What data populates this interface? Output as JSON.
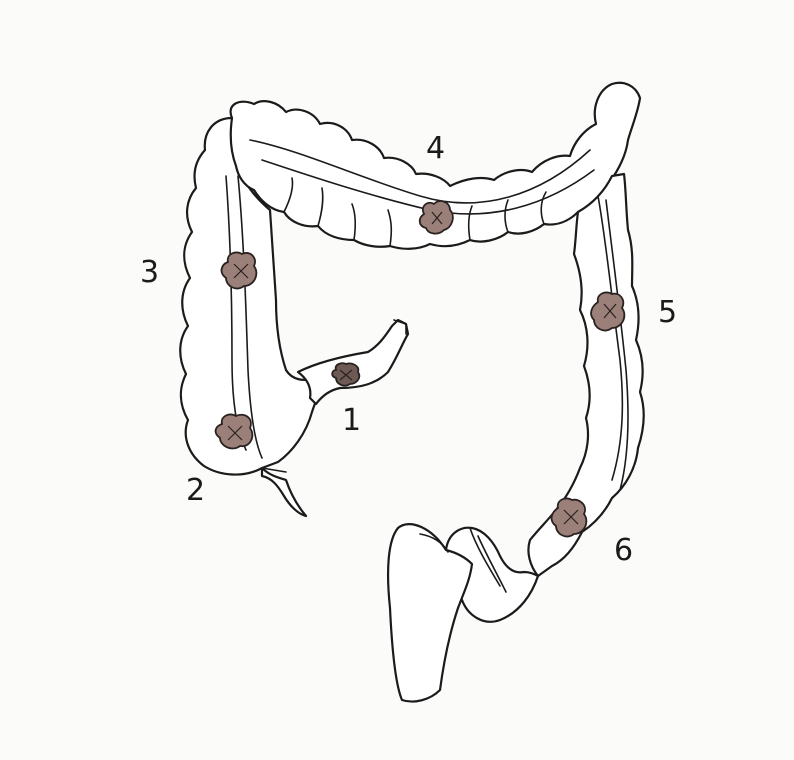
{
  "diagram": {
    "subject": "colon",
    "colors": {
      "outline": "#1b1b1b",
      "background": "#fbfbf9",
      "lesion_fill": "#9a8078"
    },
    "labels": [
      {
        "id": "1",
        "text": "1"
      },
      {
        "id": "2",
        "text": "2"
      },
      {
        "id": "3",
        "text": "3"
      },
      {
        "id": "4",
        "text": "4"
      },
      {
        "id": "5",
        "text": "5"
      },
      {
        "id": "6",
        "text": "6"
      }
    ]
  }
}
